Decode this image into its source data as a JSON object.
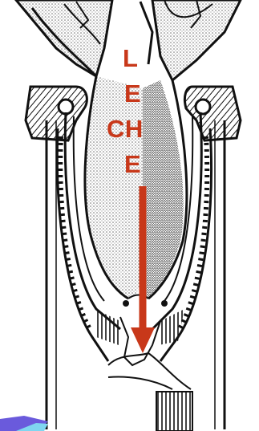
{
  "diagram": {
    "label_letters": [
      "L",
      "E",
      "CH",
      "E"
    ],
    "label_color": "#c8381a",
    "arrow_color": "#c8381a",
    "line_color": "#111111",
    "stipple_color": "#6e6e6e",
    "corner_accent_colors": [
      "#6a5adc",
      "#7fd6f0"
    ]
  }
}
